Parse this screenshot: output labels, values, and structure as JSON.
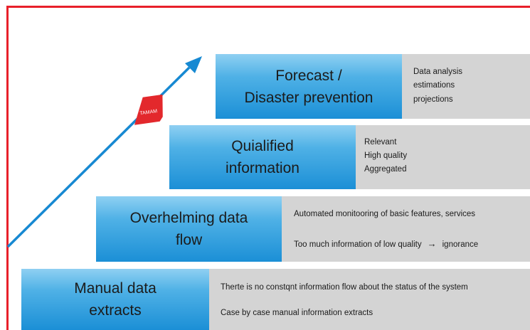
{
  "tamam_label": "TAMAM",
  "colors": {
    "frame": "#e8202a",
    "arrow": "#1789d2",
    "badge": "#e3282c",
    "title_box": "#2a9ade",
    "desc_box": "#d4d4d4"
  },
  "steps": [
    {
      "title": "Forecast /\nDisaster prevention",
      "lines": [
        "Data analysis",
        "estimations",
        "projections"
      ]
    },
    {
      "title": "Quialified\ninformation",
      "lines": [
        "Relevant",
        "High quality",
        "Aggregated"
      ]
    },
    {
      "title": "Overhelming data\nflow",
      "lines": [
        "Automated monitooring of basic features, services",
        "Too much information of low quality",
        "ignorance"
      ],
      "arrow_icon": "right-arrow-icon"
    },
    {
      "title": "Manual data\nextracts",
      "lines": [
        "Therte is no constqnt information flow about the status of the system",
        "Case by case manual information extracts"
      ]
    }
  ]
}
